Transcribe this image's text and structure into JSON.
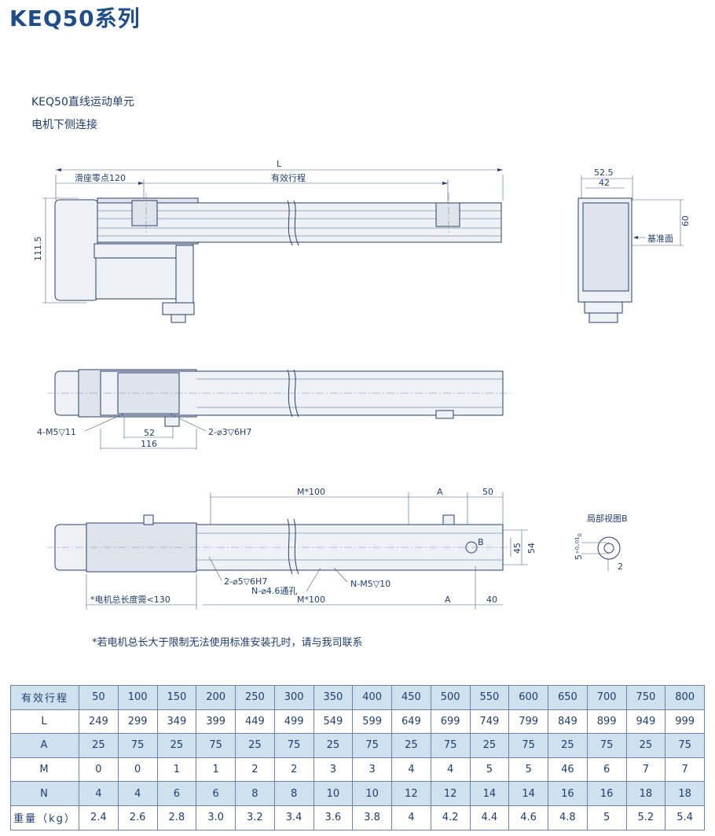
{
  "header": {
    "title": "KEQ50系列",
    "subtitle_1": "KEQ50直线运动单元",
    "subtitle_2": "电机下侧连接"
  },
  "drawing_labels": {
    "L": "L",
    "slider_zero": "滑座零点120",
    "effective_stroke": "有效行程",
    "height_111_5": "111.5",
    "w_52_5": "52.5",
    "w_42": "42",
    "h_60": "60",
    "datum": "基准面",
    "holes_m5": "4-M5▽11",
    "dim_52": "52",
    "dim_116": "116",
    "holes_pin3": "2-⌀3▽6H7",
    "m100_top": "M*100",
    "a_top": "A",
    "dim_50": "50",
    "dim_45": "45",
    "dim_54": "54",
    "b_mark": "B",
    "local_view": "局部视图B",
    "pin_tol": "5⁺⁰·⁰¹₀",
    "dim_2": "2",
    "holes_pin5": "2-⌀5▽6H7",
    "through_holes": "N-⌀4.6通孔",
    "holes_nm5": "N-M5▽10",
    "motor_length": "*电机总长度需<130",
    "m100_bottom": "M*100",
    "a_bottom": "A",
    "dim_40": "40"
  },
  "note": "*若电机总长大于限制无法使用标准安装孔时，请与我司联系",
  "spec_table": {
    "rows": [
      {
        "label": "有效行程",
        "values": [
          "50",
          "100",
          "150",
          "200",
          "250",
          "300",
          "350",
          "400",
          "450",
          "500",
          "550",
          "600",
          "650",
          "700",
          "750",
          "800"
        ]
      },
      {
        "label": "L",
        "values": [
          "249",
          "299",
          "349",
          "399",
          "449",
          "499",
          "549",
          "599",
          "649",
          "699",
          "749",
          "799",
          "849",
          "899",
          "949",
          "999"
        ]
      },
      {
        "label": "A",
        "values": [
          "25",
          "75",
          "25",
          "75",
          "25",
          "75",
          "25",
          "75",
          "25",
          "75",
          "25",
          "75",
          "25",
          "75",
          "25",
          "75"
        ]
      },
      {
        "label": "M",
        "values": [
          "0",
          "0",
          "1",
          "1",
          "2",
          "2",
          "3",
          "3",
          "4",
          "4",
          "5",
          "5",
          "46",
          "6",
          "7",
          "7"
        ]
      },
      {
        "label": "N",
        "values": [
          "4",
          "4",
          "6",
          "6",
          "8",
          "8",
          "10",
          "10",
          "12",
          "12",
          "14",
          "14",
          "16",
          "16",
          "18",
          "18"
        ]
      },
      {
        "label": "重量（kg）",
        "values": [
          "2.4",
          "2.6",
          "2.8",
          "3.0",
          "3.2",
          "3.4",
          "3.6",
          "3.8",
          "4",
          "4.2",
          "4.4",
          "4.6",
          "4.8",
          "5",
          "5.2",
          "5.4"
        ]
      }
    ]
  }
}
